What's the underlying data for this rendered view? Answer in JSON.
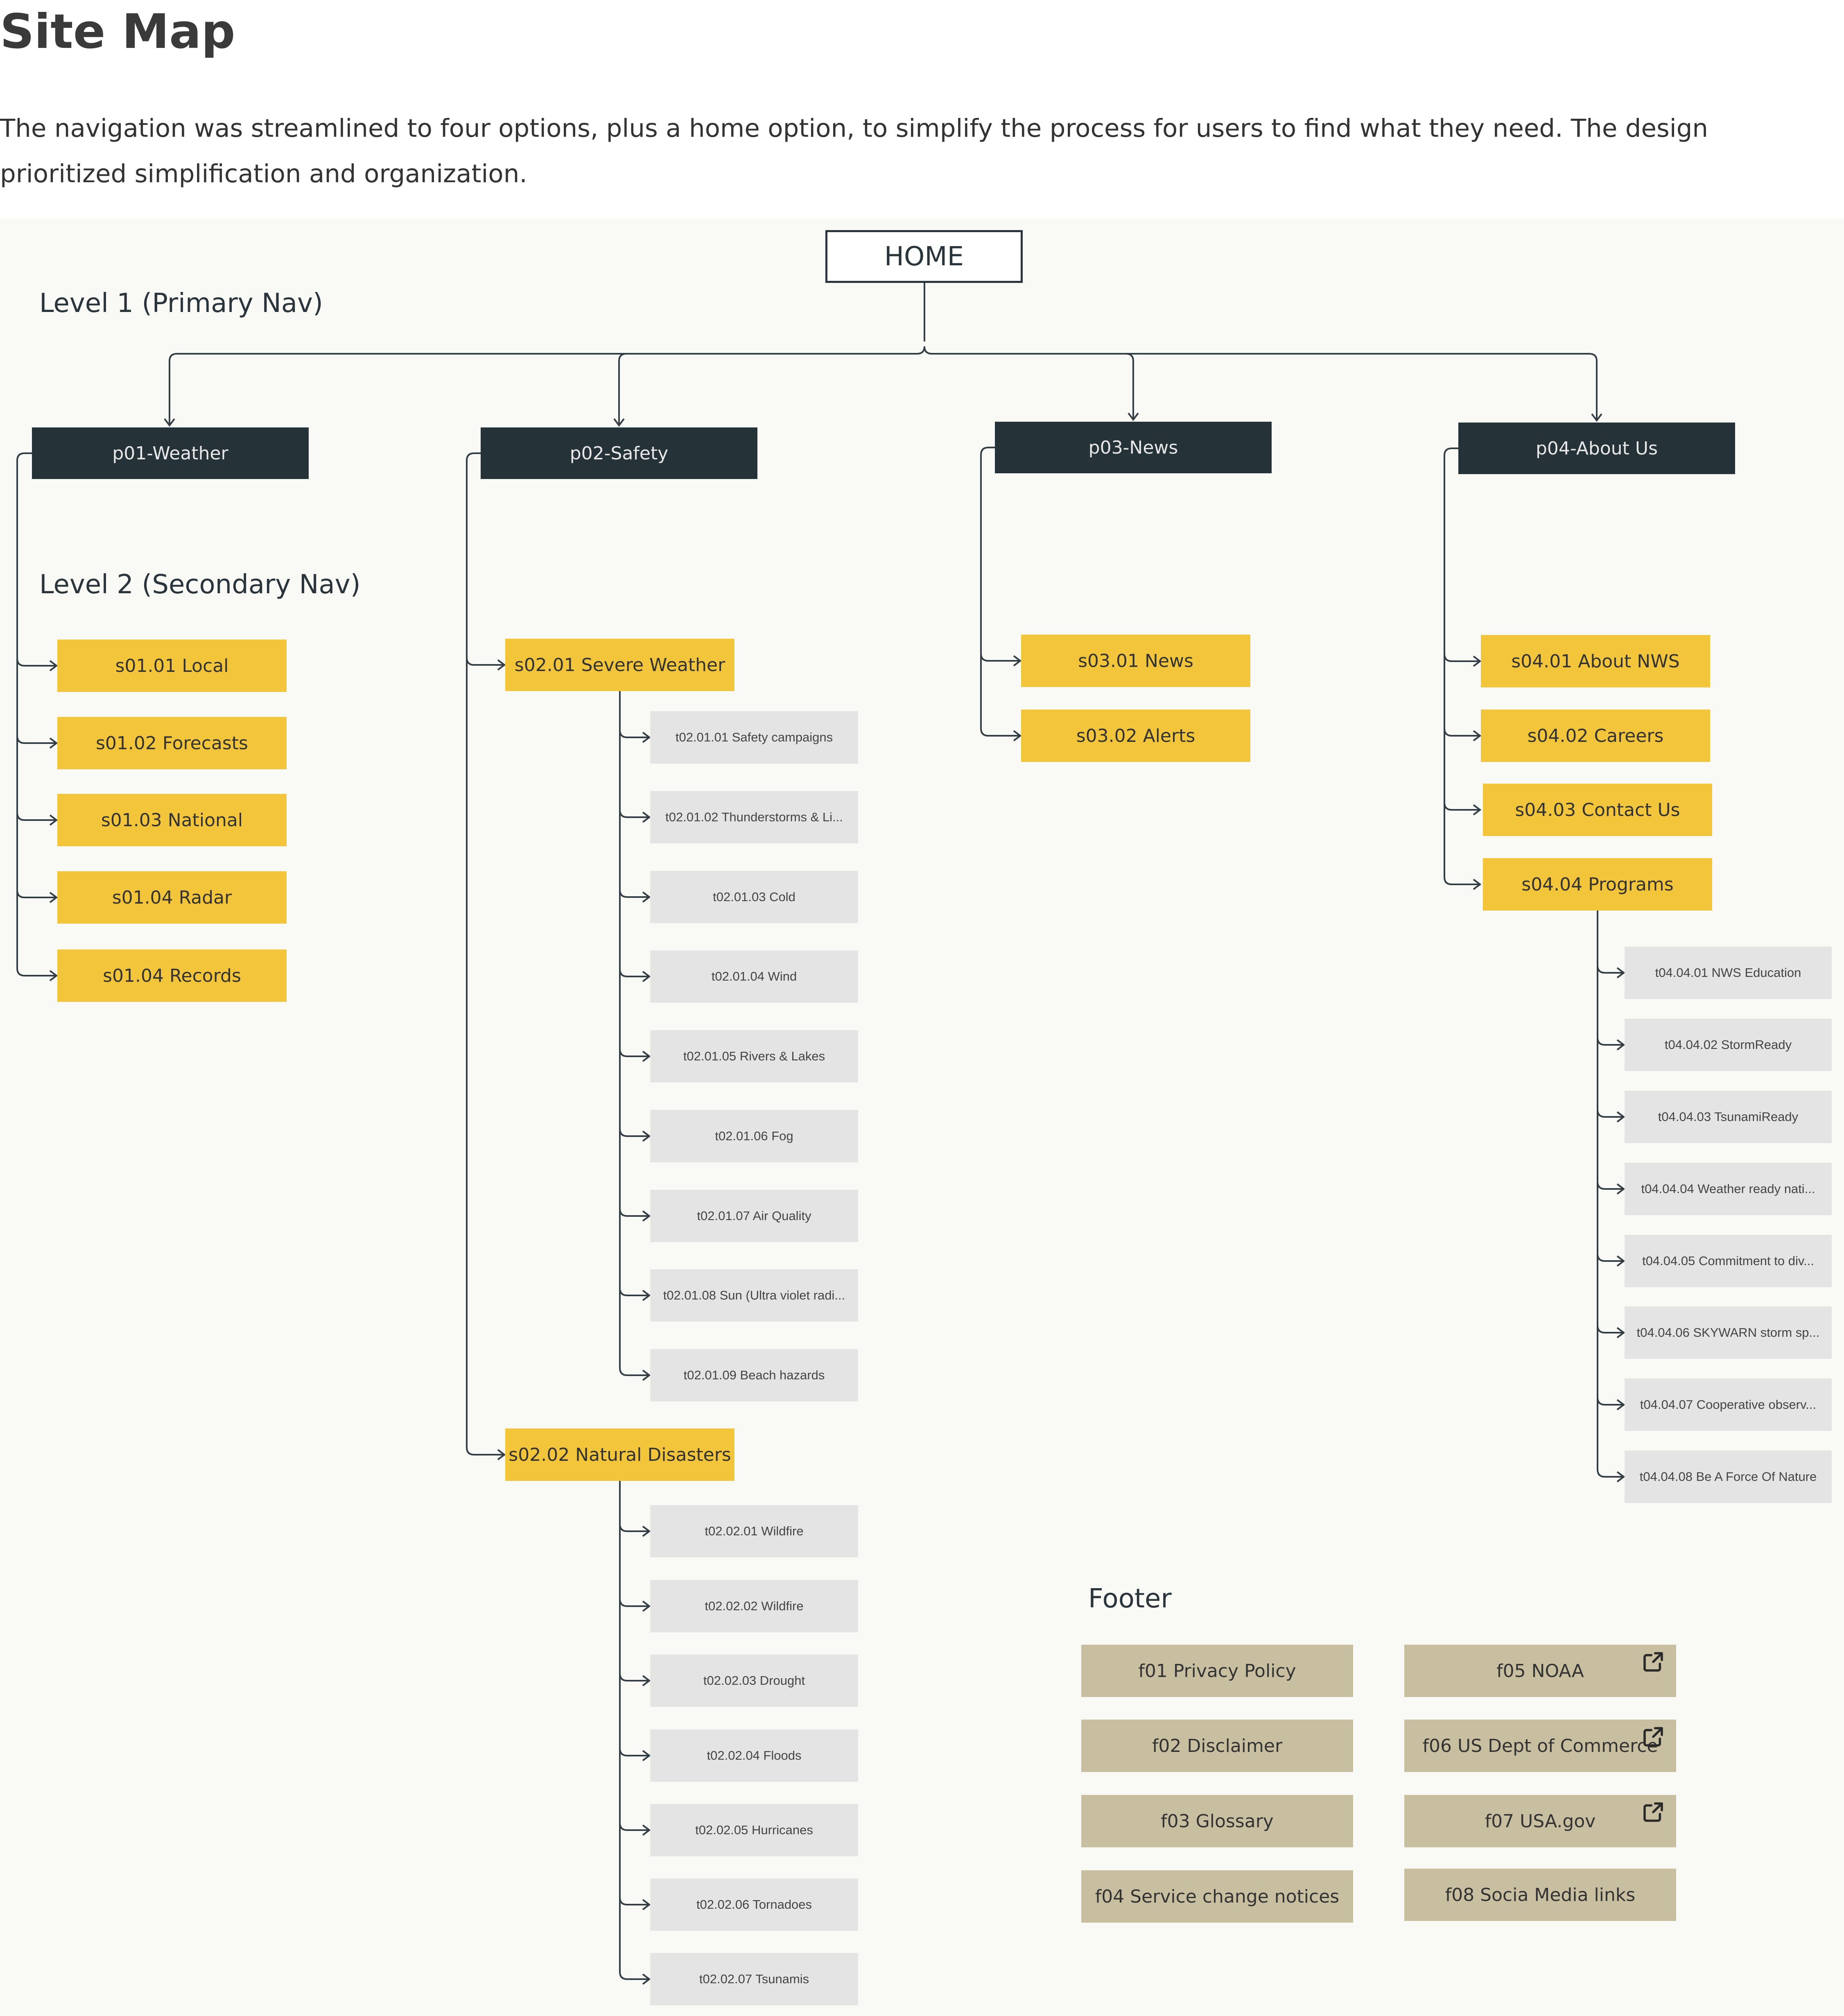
{
  "title": "Site Map",
  "intro": "The navigation was streamlined to four options, plus a home option, to simplify the process for users to find what they need. The design prioritized simplification and organization.",
  "labels": {
    "level1": "Level 1 (Primary Nav)",
    "level2": "Level 2 (Secondary Nav)",
    "footer": "Footer"
  },
  "home": "HOME",
  "primary": [
    "p01-Weather",
    "p02-Safety",
    "p03-News",
    "p04-About Us"
  ],
  "weather": [
    "s01.01 Local",
    "s01.02 Forecasts",
    "s01.03 National",
    "s01.04 Radar",
    "s01.04 Records"
  ],
  "safety": {
    "severe": "s02.01 Severe Weather",
    "severe_items": [
      "t02.01.01 Safety campaigns",
      "t02.01.02 Thunderstorms & Li...",
      "t02.01.03 Cold",
      "t02.01.04 Wind",
      "t02.01.05 Rivers & Lakes",
      "t02.01.06 Fog",
      "t02.01.07 Air Quality",
      "t02.01.08 Sun (Ultra violet radi...",
      "t02.01.09 Beach hazards"
    ],
    "natural": "s02.02 Natural Disasters",
    "natural_items": [
      "t02.02.01 Wildfire",
      "t02.02.02 Wildfire",
      "t02.02.03 Drought",
      "t02.02.04 Floods",
      "t02.02.05 Hurricanes",
      "t02.02.06 Tornadoes",
      "t02.02.07 Tsunamis"
    ]
  },
  "news": [
    "s03.01 News",
    "s03.02 Alerts"
  ],
  "about": [
    "s04.01 About NWS",
    "s04.02 Careers",
    "s04.03 Contact Us",
    "s04.04 Programs"
  ],
  "programs": [
    "t04.04.01 NWS Education",
    "t04.04.02 StormReady",
    "t04.04.03 TsunamiReady",
    "t04.04.04 Weather ready nati...",
    "t04.04.05 Commitment to div...",
    "t04.04.06 SKYWARN storm sp...",
    "t04.04.07 Cooperative observ...",
    "t04.04.08 Be A Force Of Nature"
  ],
  "footer_items": [
    "f01 Privacy Policy",
    "f02 Disclaimer",
    "f03 Glossary",
    "f04 Service change notices",
    "f05 NOAA",
    "f06 US Dept of Commerce",
    "f07 USA.gov",
    "f08 Socia Media links"
  ],
  "external_icon": "external-link-icon",
  "colors": {
    "primary": "#253339",
    "secondary": "#f2c53a",
    "tertiary": "#e4e4e4",
    "footer": "#c8bea0"
  }
}
